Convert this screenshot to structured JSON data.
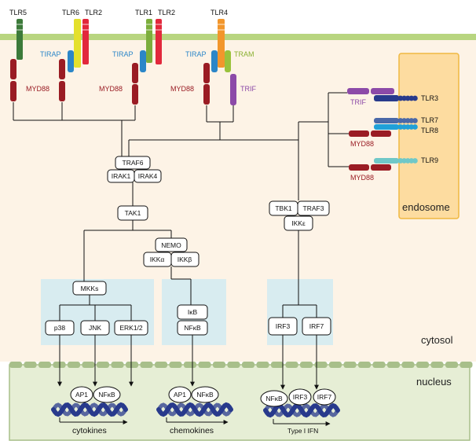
{
  "colors": {
    "cytosol_bg": "#fdf3e6",
    "nucleus_bg": "#e6eed5",
    "membrane": "#b8d580",
    "nuclear_envelope": "#a8bf8a",
    "endosome_bg": "#fddca0",
    "endosome_border": "#f0b840",
    "panel_bg": "#d8ecf0",
    "dna": "#283a8c",
    "myd88": "#9a1c24",
    "tirap": "#2b86c8",
    "tram": "#9ac23c",
    "trif": "#8c4aa8",
    "tlr5": "#3c7a3a",
    "tlr6": "#e4e02c",
    "tlr2": "#e2283c",
    "tlr1": "#7cae3c",
    "tlr4": "#f2962c",
    "tlr3": "#283a8c",
    "tlr7": "#4a68a8",
    "tlr8": "#20a0d8",
    "tlr9": "#70c8c8"
  },
  "receptors": {
    "tlr5": "TLR5",
    "tlr6": "TLR6",
    "tlr2a": "TLR2",
    "tlr1": "TLR1",
    "tlr2b": "TLR2",
    "tlr4": "TLR4",
    "tlr3": "TLR3",
    "tlr7": "TLR7",
    "tlr8": "TLR8",
    "tlr9": "TLR9"
  },
  "adaptors": {
    "tirap1": "TIRAP",
    "tirap2": "TIRAP",
    "tirap3": "TIRAP",
    "tram": "TRAM",
    "myd88_1": "MYD88",
    "myd88_2": "MYD88",
    "myd88_3": "MYD88",
    "trif_1": "TRIF",
    "trif_2": "TRIF",
    "myd88_4": "MYD88",
    "myd88_5": "MYD88"
  },
  "nodes": {
    "traf6": "TRAF6",
    "irak1": "IRAK1",
    "irak4": "IRAK4",
    "tak1": "TAK1",
    "nemo": "NEMO",
    "ikka": "IKKα",
    "ikkb": "IKKβ",
    "tbk1": "TBK1",
    "traf3": "TRAF3",
    "ikke": "IKKε",
    "mkks": "MKKs",
    "p38": "p38",
    "jnk": "JNK",
    "erk": "ERK1/2",
    "ikb": "IκB",
    "nfkb_cyto": "NFκB",
    "irf3_cyto": "IRF3",
    "irf7_cyto": "IRF7"
  },
  "nuclear_factors": {
    "ap1_a": "AP1",
    "nfkb_a": "NFκB",
    "ap1_b": "AP1",
    "nfkb_b": "NFκB",
    "nfkb_c": "NFκB",
    "irf3_c": "IRF3",
    "irf7_c": "IRF7"
  },
  "compartments": {
    "endosome": "endosome",
    "cytosol": "cytosol",
    "nucleus": "nucleus"
  },
  "outputs": {
    "cytokines": "cytokines",
    "chemokines": "chemokines",
    "ifn": "Type I IFN"
  }
}
